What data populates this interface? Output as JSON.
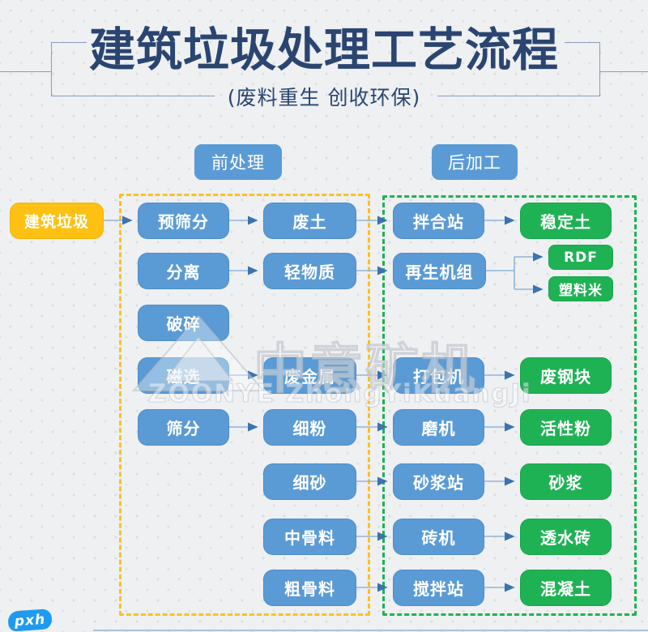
{
  "title": "建筑垃圾处理工艺流程",
  "subtitle": "(废料重生  创收环保)",
  "section_headers": {
    "pre": {
      "label": "前处理"
    },
    "post": {
      "label": "后加工"
    }
  },
  "nodes": {
    "source": {
      "label": "建筑垃圾",
      "type": "input"
    },
    "pre_screening": {
      "label": "预筛分",
      "type": "process"
    },
    "separation": {
      "label": "分离",
      "type": "process"
    },
    "crushing": {
      "label": "破碎",
      "type": "process"
    },
    "magnetic_separation": {
      "label": "磁选",
      "type": "process"
    },
    "screening": {
      "label": "筛分",
      "type": "process"
    },
    "waste_soil": {
      "label": "废土",
      "type": "process"
    },
    "light_materials": {
      "label": "轻物质",
      "type": "process"
    },
    "waste_metal": {
      "label": "废金属",
      "type": "process"
    },
    "fine_powder": {
      "label": "细粉",
      "type": "process"
    },
    "fine_sand": {
      "label": "细砂",
      "type": "process"
    },
    "medium_aggregate": {
      "label": "中骨料",
      "type": "process"
    },
    "coarse_aggregate": {
      "label": "粗骨料",
      "type": "process"
    },
    "mixing_plant": {
      "label": "拌合站",
      "type": "process"
    },
    "regeneration_unit": {
      "label": "再生机组",
      "type": "process"
    },
    "baler": {
      "label": "打包机",
      "type": "process"
    },
    "mill": {
      "label": "磨机",
      "type": "process"
    },
    "mortar_station": {
      "label": "砂浆站",
      "type": "process"
    },
    "brick_machine": {
      "label": "砖机",
      "type": "process"
    },
    "stirring_station": {
      "label": "搅拌站",
      "type": "process"
    },
    "stabilized_soil": {
      "label": "稳定土",
      "type": "output"
    },
    "rdf": {
      "label": "RDF",
      "type": "output"
    },
    "plastic_pellets": {
      "label": "塑料米",
      "type": "output"
    },
    "scrap_steel": {
      "label": "废钢块",
      "type": "output"
    },
    "active_powder": {
      "label": "活性粉",
      "type": "output"
    },
    "mortar": {
      "label": "砂浆",
      "type": "output"
    },
    "permeable_brick": {
      "label": "透水砖",
      "type": "output"
    },
    "concrete": {
      "label": "混凝土",
      "type": "output"
    }
  },
  "edges": [
    {
      "from": "建筑垃圾",
      "to": "预筛分"
    },
    {
      "from": "预筛分",
      "to": "废土"
    },
    {
      "from": "废土",
      "to": "拌合站"
    },
    {
      "from": "拌合站",
      "to": "稳定土"
    },
    {
      "from": "分离",
      "to": "轻物质"
    },
    {
      "from": "轻物质",
      "to": "再生机组"
    },
    {
      "from": "再生机组",
      "to": "RDF"
    },
    {
      "from": "再生机组",
      "to": "塑料米"
    },
    {
      "from": "磁选",
      "to": "废金属"
    },
    {
      "from": "废金属",
      "to": "打包机"
    },
    {
      "from": "打包机",
      "to": "废钢块"
    },
    {
      "from": "筛分",
      "to": "细粉"
    },
    {
      "from": "细粉",
      "to": "磨机"
    },
    {
      "from": "磨机",
      "to": "活性粉"
    },
    {
      "from": "细砂",
      "to": "砂浆站"
    },
    {
      "from": "砂浆站",
      "to": "砂浆"
    },
    {
      "from": "中骨料",
      "to": "砖机"
    },
    {
      "from": "砖机",
      "to": "透水砖"
    },
    {
      "from": "粗骨料",
      "to": "搅拌站"
    },
    {
      "from": "搅拌站",
      "to": "混凝土"
    }
  ],
  "watermark": {
    "logo": "triangle-outline",
    "brand_cn": "中意矿机",
    "brand_en": "ZOONYE ZhongYiKuangJi"
  },
  "badge": {
    "label": "pxh"
  },
  "colors": {
    "title": "#2b4571",
    "process_blue": "#5b9bd5",
    "input_yellow": "#fec112",
    "output_green": "#1fb254",
    "dashed_yellow": "#fdc01e",
    "dashed_green": "#1fb254",
    "arrow": "#3c73ae",
    "background": "#eef0f2"
  }
}
